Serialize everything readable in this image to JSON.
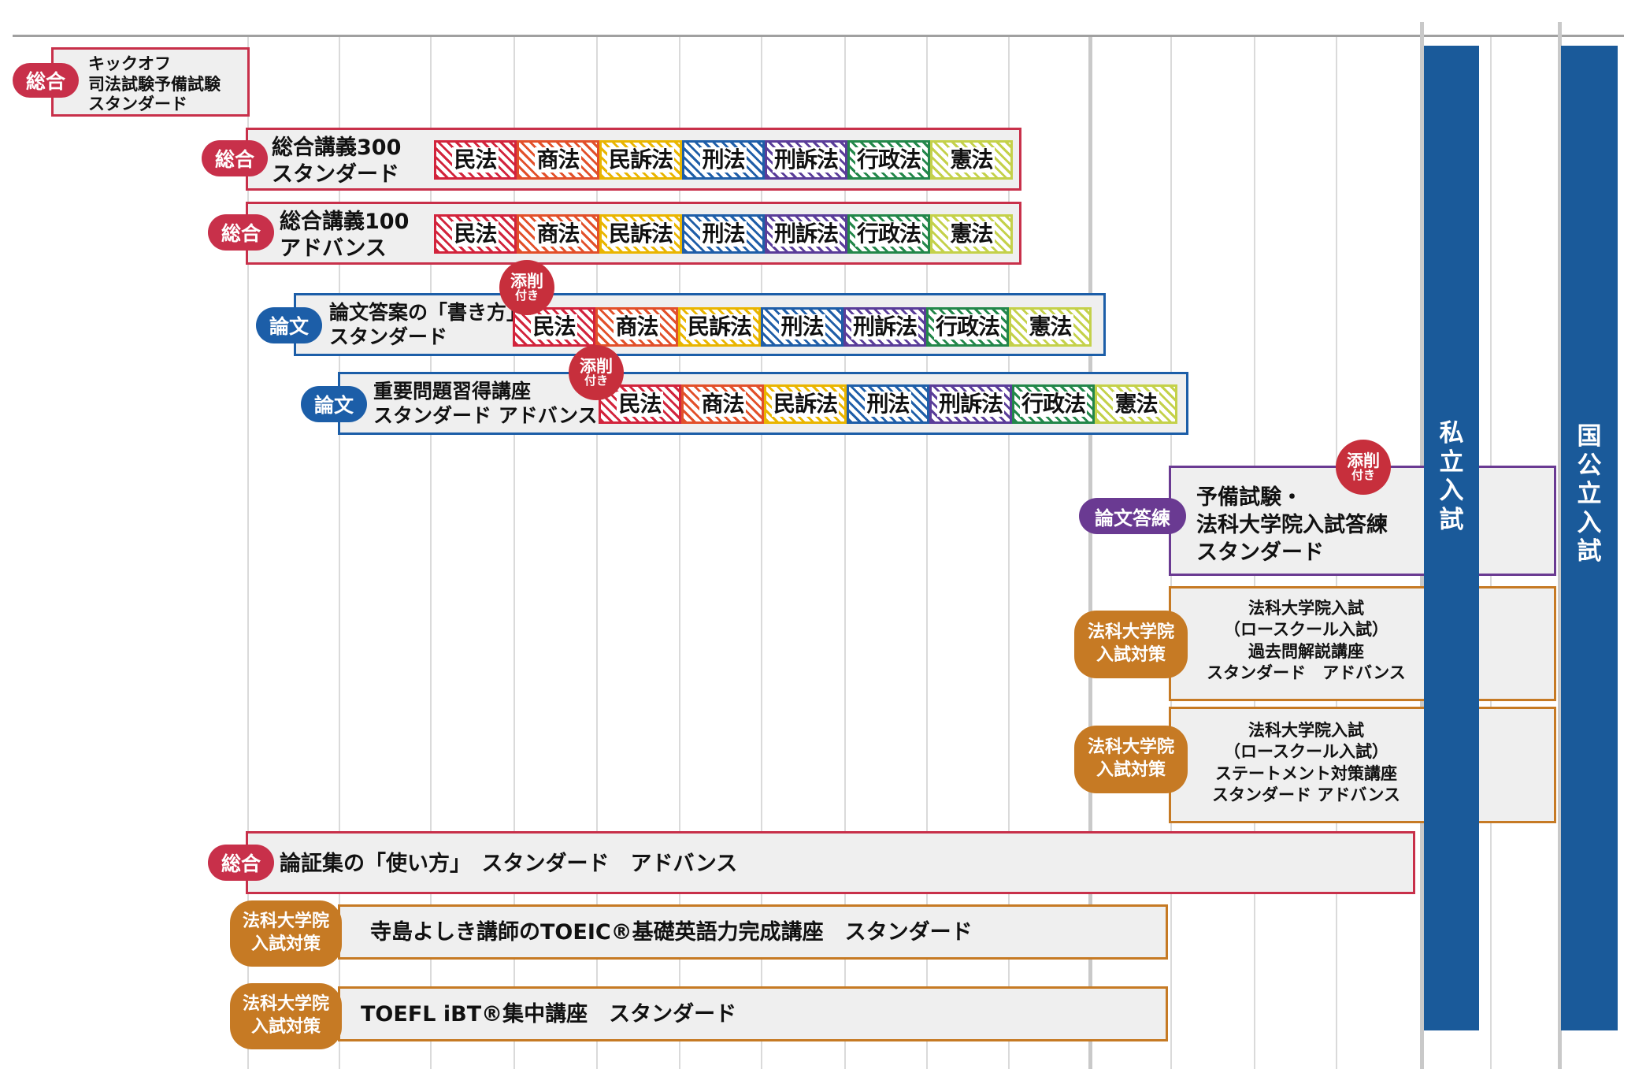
{
  "categories": {
    "sogo": {
      "label": "総合",
      "color": "#c8304a"
    },
    "ronbun": {
      "label": "論文",
      "color": "#1c5ea8"
    },
    "ronbun_toren": {
      "label": "論文答練",
      "color": "#6a3a92"
    },
    "lawschool": {
      "label_line1": "法科大学院",
      "label_line2": "入試対策",
      "color": "#c67a24"
    }
  },
  "subject_labels": [
    "民法",
    "商法",
    "民訴法",
    "刑法",
    "刑訴法",
    "行政法",
    "憲法"
  ],
  "subject_colors": [
    "#d2243c",
    "#e2502a",
    "#e9b500",
    "#1f5ea8",
    "#5a3d99",
    "#23874a",
    "#c4d14a"
  ],
  "tensaku": {
    "line1": "添削",
    "line2": "付き"
  },
  "courses": {
    "kickoff": {
      "line1": "キックオフ",
      "line2": "司法試験予備試験",
      "line3": "スタンダード"
    },
    "sogo300": {
      "line1": "総合講義300",
      "line2": "スタンダード"
    },
    "sogo100": {
      "line1": "総合講義100",
      "line2": "アドバンス"
    },
    "ronbun_kakikata": {
      "line1": "論文答案の「書き方」",
      "line2": "スタンダード"
    },
    "juyo_mondai": {
      "line1": "重要問題習得講座",
      "line2": "スタンダード アドバンス"
    },
    "yobi_toren": {
      "line1": "予備試験・",
      "line2": "法科大学院入試答練",
      "line3": "スタンダード"
    },
    "kakomon": {
      "line1": "法科大学院入試",
      "line2": "（ロースクール入試）",
      "line3": "過去問解説講座",
      "line4": "スタンダード　アドバンス"
    },
    "statement": {
      "line1": "法科大学院入試",
      "line2": "（ロースクール入試）",
      "line3": "ステートメント対策講座",
      "line4": "スタンダード アドバンス"
    },
    "ronsho": {
      "line1": "論証集の「使い方」　スタンダード　アドバンス"
    },
    "toeic": {
      "line1": "寺島よしき講師のTOEIC®基礎英語力完成講座　スタンダード"
    },
    "toefl": {
      "line1": "TOEFL iBT®集中講座　スタンダード"
    }
  },
  "exams": {
    "private": {
      "chars": [
        "私",
        "立",
        "入",
        "試"
      ],
      "color": "#1a5a9a"
    },
    "public": {
      "chars": [
        "国",
        "公",
        "立",
        "入",
        "試"
      ],
      "color": "#1a5a9a"
    }
  }
}
